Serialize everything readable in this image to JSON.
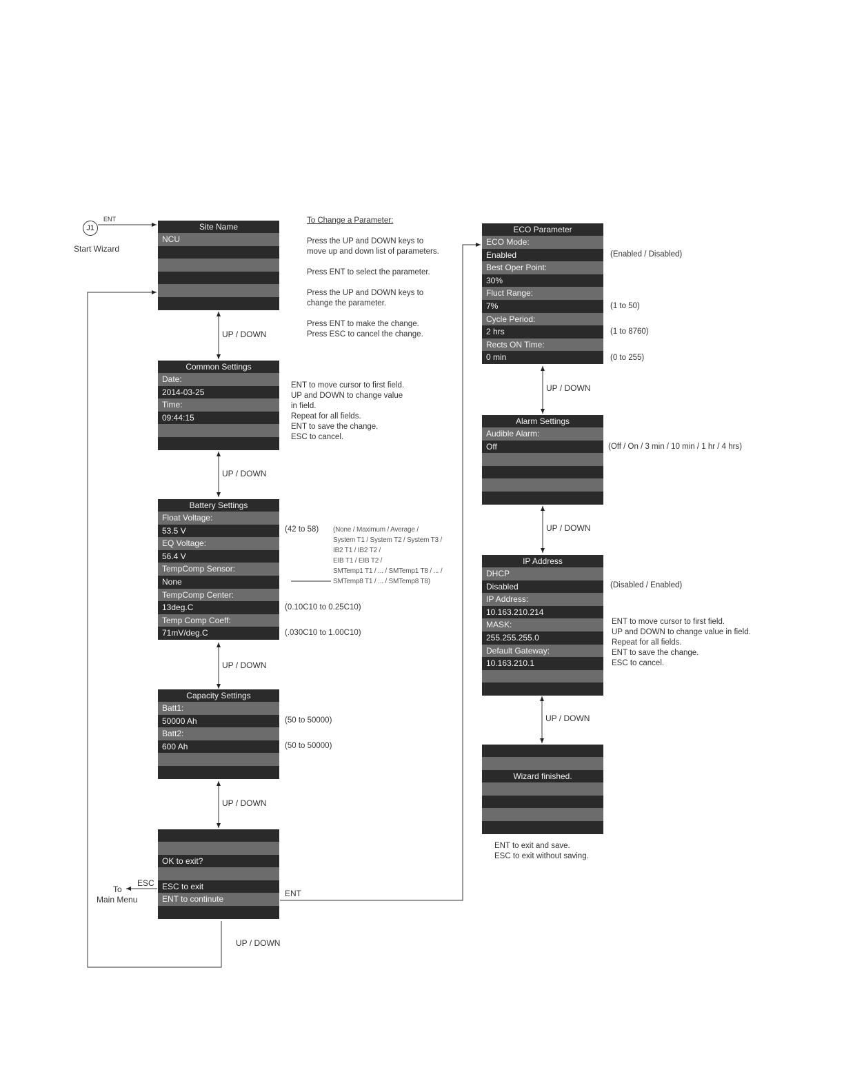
{
  "start": {
    "node": "J1",
    "ent": "ENT",
    "label": "Start Wizard"
  },
  "instructions": {
    "heading": "To Change a Parameter:",
    "lines": [
      "Press the UP and DOWN keys to",
      "move up and down list of parameters.",
      "",
      "Press ENT to select the parameter.",
      "",
      "Press the UP and DOWN keys to",
      "change the parameter.",
      "",
      "Press ENT to make the change.",
      "Press ESC to cancel the change."
    ]
  },
  "screens": {
    "site": {
      "title": "Site Name",
      "rows": [
        "NCU",
        "",
        "",
        "",
        "",
        ""
      ]
    },
    "common": {
      "title": "Common Settings",
      "rows": [
        "Date:",
        "2014-03-25",
        "Time:",
        "09:44:15",
        "",
        ""
      ]
    },
    "battery": {
      "title": "Battery  Settings",
      "rows": [
        "Float Voltage:",
        "53.5 V",
        "EQ Voltage:",
        "56.4 V",
        "TempComp Sensor:",
        "None",
        "TempComp Center:",
        "13deg.C",
        "Temp Comp Coeff:",
        "71mV/deg.C"
      ]
    },
    "capacity": {
      "title": "Capacity Settings",
      "rows": [
        "Batt1:",
        "50000 Ah",
        "Batt2:",
        "600 Ah",
        "",
        ""
      ]
    },
    "exit": {
      "rows": [
        "",
        "",
        "OK to exit?",
        "",
        "ESC to exit",
        "ENT to continute",
        ""
      ]
    },
    "eco": {
      "title": "ECO Parameter",
      "rows": [
        "ECO Mode:",
        "Enabled",
        "Best Oper Point:",
        "30%",
        "Fluct Range:",
        "7%",
        "Cycle Period:",
        "2 hrs",
        "Rects ON Time:",
        "0 min"
      ]
    },
    "alarm": {
      "title": "Alarm Settings",
      "rows": [
        "Audible Alarm:",
        "Off",
        "",
        "",
        "",
        ""
      ]
    },
    "ip": {
      "title": "IP Address",
      "rows": [
        "DHCP",
        "Disabled",
        "IP Address:",
        "10.163.210.214",
        "MASK:",
        "255.255.255.0",
        "Default Gateway:",
        "10.163.210.1",
        "",
        ""
      ]
    },
    "finish": {
      "rows": [
        "",
        "",
        "Wizard finished.",
        "",
        "",
        "",
        ""
      ]
    }
  },
  "ranges": {
    "float": "(42 to 58)",
    "sensor": [
      "(None / Maximum / Average /",
      "System T1 / System T2 / System T3 /",
      "IB2 T1 / IB2 T2 /",
      "EIB T1 / EIB T2 /",
      "SMTemp1 T1 / ... / SMTemp1 T8 / ... /",
      "SMTemp8 T1 / ... / SMTemp8 T8)"
    ],
    "center": "(0.10C10 to 0.25C10)",
    "coeff": "(.030C10 to 1.00C10)",
    "batt1": "(50 to 50000)",
    "batt2": "(50 to 50000)",
    "eco_mode": "(Enabled / Disabled)",
    "fluct": "(1 to 50)",
    "cycle": "(1 to 8760)",
    "rects": "(0 to 255)",
    "alarm": "(Off / On / 3 min / 10 min / 1 hr / 4 hrs)",
    "dhcp": "(Disabled / Enabled)"
  },
  "notes": {
    "common": [
      "ENT to move cursor to first field.",
      "UP and DOWN to change value",
      "in field.",
      "Repeat for all fields.",
      "ENT to save the change.",
      "ESC to cancel."
    ],
    "ip": [
      "ENT to move cursor to first field.",
      "UP and DOWN to change value in field.",
      "Repeat for all fields.",
      "ENT to save the change.",
      "ESC to cancel."
    ],
    "finish": [
      "ENT to exit and save.",
      "ESC to exit without saving."
    ]
  },
  "labels": {
    "updown": "UP / DOWN",
    "ent": "ENT",
    "esc": "ESC",
    "to": "To",
    "main_menu": "Main Menu"
  }
}
